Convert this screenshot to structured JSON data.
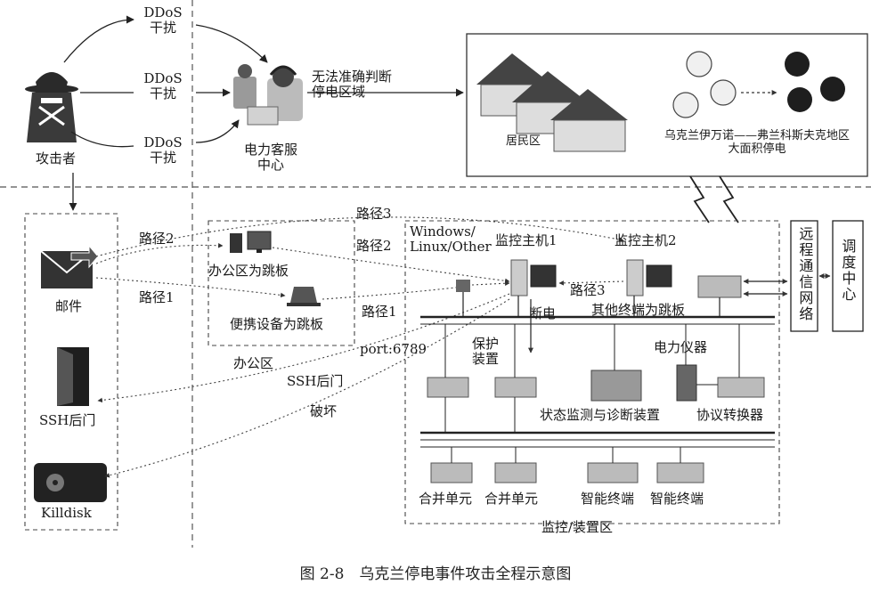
{
  "attacker": {
    "label": "攻击者",
    "ddos": [
      {
        "line1": "DDoS",
        "line2": "干扰"
      },
      {
        "line1": "DDoS",
        "line2": "干扰"
      },
      {
        "line1": "DDoS",
        "line2": "干扰"
      }
    ]
  },
  "call_center": {
    "line1": "电力客服",
    "line2": "中心"
  },
  "outage_unknown": {
    "line1": "无法准确判断",
    "line2": "停电区域"
  },
  "residential": {
    "label": "居民区"
  },
  "blackout": {
    "line1": "乌克兰伊万诺——弗兰科斯夫克地区",
    "line2": "大面积停电"
  },
  "attack_tools": {
    "email": "邮件",
    "ssh": "SSH后门",
    "killdisk": "Killdisk"
  },
  "paths": {
    "path1_email": "路径1",
    "path2_email": "路径2",
    "path3_top": "路径3",
    "path2_mid": "路径2",
    "path1_mid": "路径1",
    "path3_inner": "路径3",
    "port": "port:6789",
    "ssh_back": "SSH后门",
    "destroy": "破坏"
  },
  "office": {
    "zone": "办公区",
    "pc": "办公区为跳板",
    "laptop": "便携设备为跳板"
  },
  "control_zone": {
    "os": [
      "Windows/",
      "Linux/Other"
    ],
    "host1": "监控主机1",
    "host2": "监控主机2",
    "outage": "断电",
    "other_terminal": "其他终端为跳板",
    "protection": [
      "保护",
      "装置"
    ],
    "meter": "电力仪器",
    "condition_monitor": "状态监测与诊断装置",
    "protocol_converter": "协议转换器",
    "merge1": "合并单元",
    "merge2": "合并单元",
    "smart1": "智能终端",
    "smart2": "智能终端",
    "zone_label": "监控/装置区"
  },
  "remote_network": "远程通信网络",
  "dispatch_center": "调度中心",
  "caption": "图 2-8　乌克兰停电事件攻击全程示意图"
}
